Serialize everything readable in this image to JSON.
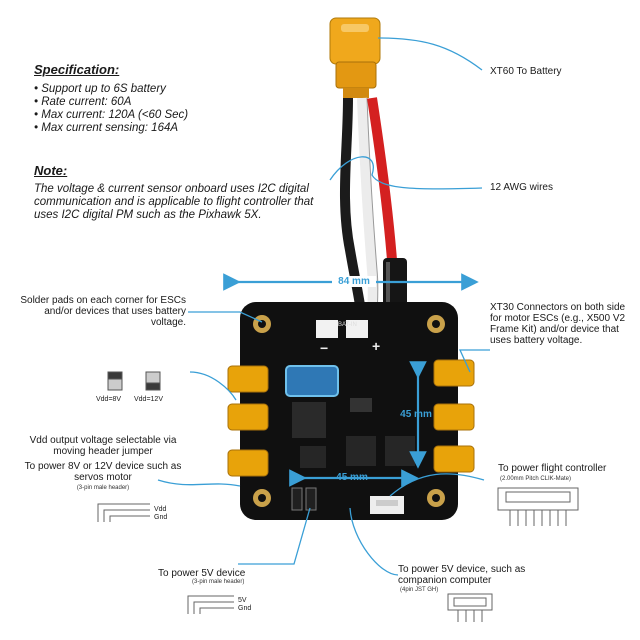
{
  "specification": {
    "heading": "Specification:",
    "items": [
      "Support up to 6S battery",
      "Rate current: 60A",
      "Max current: 120A (<60 Sec)",
      "Max current sensing: 164A"
    ]
  },
  "note": {
    "heading": "Note:",
    "text": "The voltage & current sensor onboard uses I2C digital communication and is applicable to flight controller that uses I2C digital PM such as the Pixhawk 5X."
  },
  "callouts": {
    "xt60": "XT60 To Battery",
    "awg": "12 AWG wires",
    "solder_pads": "Solder pads on each corner for ESCs and/or devices that uses battery voltage.",
    "xt30": "XT30 Connectors on both side for motor ESCs (e.g., X500 V2 Frame Kit) and/or device that uses battery voltage.",
    "vdd_select": "Vdd output voltage selectable via moving header jumper",
    "power_8v_12v": "To power 8V or 12V device such as servos motor",
    "power_8v_12v_sub": "(3-pin male header)",
    "power_fc": "To power flight controller",
    "power_fc_sub": "(2.00mm Pitch CLIK-Mate)",
    "power_5v": "To power 5V device",
    "power_5v_sub": "(3-pin male header)",
    "power_5v_companion": "To power 5V device, such as companion computer",
    "power_5v_companion_sub": "(4pin JST GH)"
  },
  "dimensions": {
    "width": "84 mm",
    "inner_v": "45 mm",
    "inner_h": "45 mm"
  },
  "jumpers": {
    "vdd8": "Vdd=8V",
    "vdd12": "Vdd=12V"
  },
  "pins": {
    "vdd": "Vdd",
    "gnd": "Gnd",
    "v5": "5V",
    "gnd2": "Gnd"
  },
  "board": {
    "bat_in": "BAT-IN",
    "minus": "−",
    "plus": "+"
  },
  "colors": {
    "callout": "#3a9fd6",
    "board": "#101010",
    "connector": "#e8a30a",
    "xt60": "#f0a81c",
    "wire_red": "#d42020"
  }
}
